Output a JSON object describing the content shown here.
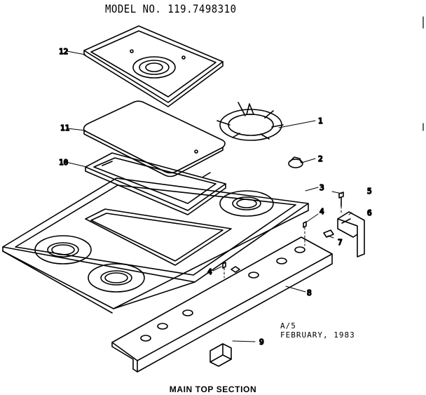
{
  "header": {
    "model": "MODEL NO. 119.7498310"
  },
  "footer": {
    "caption": "MAIN TOP SECTION"
  },
  "note": {
    "line1": "A/5",
    "line2": "FEBRUARY, 1983"
  },
  "callouts": {
    "c1": "1",
    "c2": "2",
    "c3": "3",
    "c4a": "4",
    "c4b": "4",
    "c5": "5",
    "c6": "6",
    "c7": "7",
    "c8": "8",
    "c9": "9",
    "c10": "10",
    "c11": "11",
    "c12": "12"
  }
}
